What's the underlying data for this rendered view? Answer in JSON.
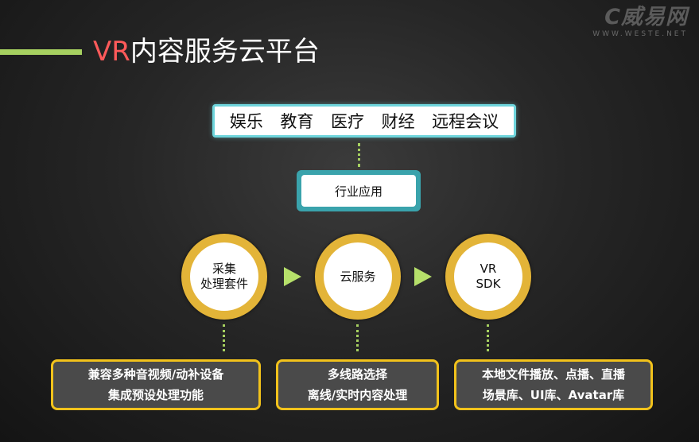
{
  "title": {
    "prefix": "VR",
    "rest": "内容服务云平台"
  },
  "logo": {
    "mark": "C威易网",
    "url": "WWW.WESTE.NET"
  },
  "applications": [
    "娱乐",
    "教育",
    "医疗",
    "财经",
    "远程会议"
  ],
  "industry_label": "行业应用",
  "nodes": [
    {
      "lines": [
        "采集",
        "处理套件"
      ]
    },
    {
      "lines": [
        "云服务"
      ]
    },
    {
      "lines": [
        "VR",
        "SDK"
      ]
    }
  ],
  "descriptions": [
    {
      "lines": [
        "兼容多种音视频/动补设备",
        "集成预设处理功能"
      ]
    },
    {
      "lines": [
        "多线路选择",
        "离线/实时内容处理"
      ]
    },
    {
      "lines": [
        "本地文件播放、点播、直播",
        "场景库、UI库、Avatar库"
      ]
    }
  ],
  "colors": {
    "accent_green": "#a6d060",
    "title_red": "#ff5a5a",
    "cyan_border": "#6ed5dc",
    "teal": "#3aa3ac",
    "gold_ring": "#e3b438",
    "yellow_border": "#f2c21b",
    "arrow_green": "#b6e06a"
  }
}
